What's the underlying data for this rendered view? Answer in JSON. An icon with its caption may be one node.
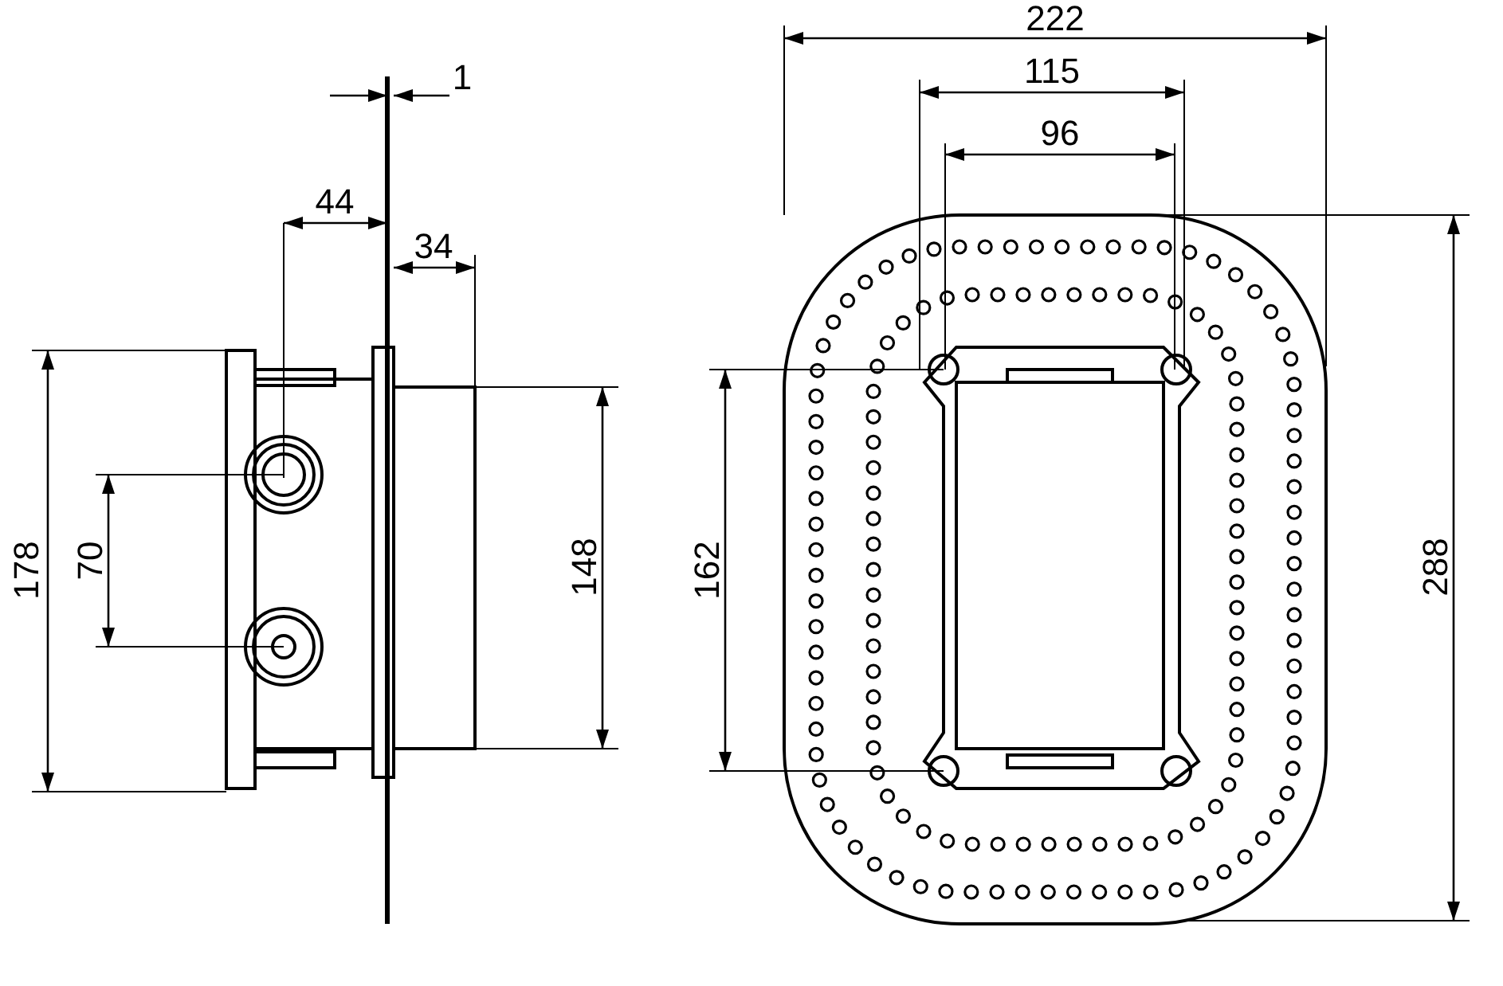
{
  "diagram": {
    "labels": [
      "1",
      "44",
      "34",
      "178",
      "70",
      "148",
      "222",
      "115",
      "96",
      "162",
      "288"
    ]
  }
}
